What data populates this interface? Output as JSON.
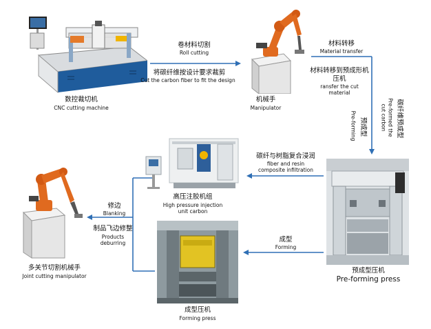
{
  "colors": {
    "arrow": "#2f6fb5",
    "robot": "#e06a1f",
    "text": "#111111"
  },
  "nodes": {
    "cnc": {
      "zh": "数控裁切机",
      "en": "CNC cutting machine"
    },
    "manipulator": {
      "zh": "机械手",
      "en": "Manipulator"
    },
    "preform_press": {
      "zh": "预成型压机",
      "en": "Pre-forming press"
    },
    "injection": {
      "zh": "高压注胶机组",
      "en_line1": "High pressure injection",
      "en_line2": "unit carbon"
    },
    "forming_press": {
      "zh": "成型压机",
      "en": "Forming press"
    },
    "joint_robot": {
      "zh": "多关节切割机械手",
      "en": "Joint cutting manipulator"
    }
  },
  "steps": {
    "roll_cutting": {
      "zh": "卷材料切割",
      "en": "Roll cutting"
    },
    "cut_fiber": {
      "zh": "将碳纤维按设计要求裁剪",
      "en": "Cut the carbon fiber to fit the design"
    },
    "material_transfer": {
      "zh": "材料转移",
      "en": "Material transfer"
    },
    "transfer_to_press": {
      "zh_line1": "材料转移到预成形机",
      "zh_line2": "压机",
      "en_line1": "ransfer the cut",
      "en_line2": "material"
    },
    "preforming_vertical": {
      "zh": "预成型",
      "en": "Pre-forming"
    },
    "preform_cut_carbon": {
      "zh": "碳纤维预成型",
      "en_line1": "Pre-formed the",
      "en_line2": "cut carbon"
    },
    "infiltration": {
      "zh": "碳纤与树脂复合浸润",
      "en_line1": "fiber and resin",
      "en_line2": "composite infiltration"
    },
    "forming": {
      "zh": "成型",
      "en": "Forming"
    },
    "blanking": {
      "zh": "修边",
      "en": "Blanking"
    },
    "deburring": {
      "zh": "制品飞边修整",
      "en_line1": "Products",
      "en_line2": "deburring"
    }
  }
}
